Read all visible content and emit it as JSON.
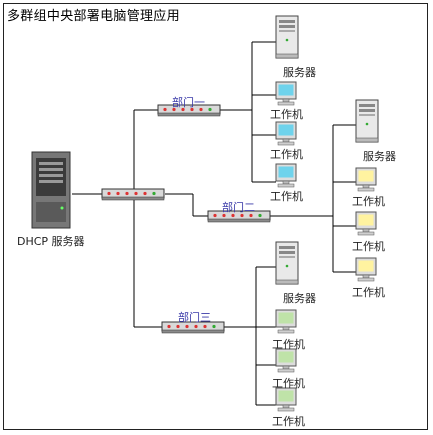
{
  "title": "多群组中央部署电脑管理应用",
  "labels": {
    "dhcp_server": "DHCP 服务器",
    "server": "服务器",
    "workstation": "工作机",
    "dept1": "部门一",
    "dept2": "部门二",
    "dept3": "部门三"
  },
  "colors": {
    "line": "#000000",
    "monitor_blue": "#6fd3ec",
    "monitor_green": "#bfe3a8",
    "monitor_yellow": "#fff3a0",
    "dept_label": "#3a3aa8"
  }
}
